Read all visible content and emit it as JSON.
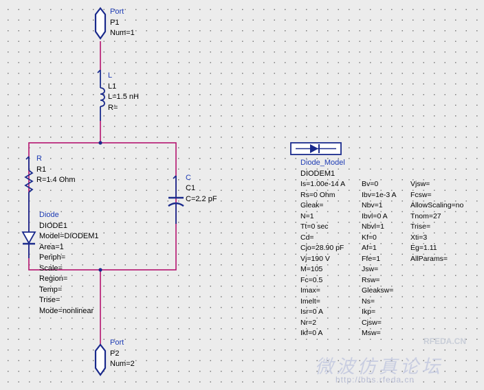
{
  "port1": {
    "type": "Port",
    "name": "P1",
    "num": "Num=1"
  },
  "inductor": {
    "type": "L",
    "name": "L1",
    "value": "L=1.5 nH",
    "r": "R="
  },
  "resistor": {
    "type": "R",
    "name": "R1",
    "value": "R=1.4 Ohm"
  },
  "capacitor": {
    "type": "C",
    "name": "C1",
    "value": "C=2.2 pF"
  },
  "diode": {
    "type": "Diode",
    "name": "DIODE1",
    "params": [
      "Model=DIODEM1",
      "Area=1",
      "Periph=",
      "Scale=",
      "Region=",
      "Temp=",
      "Trise=",
      "Mode=nonlinear"
    ]
  },
  "port2": {
    "type": "Port",
    "name": "P2",
    "num": "Num=2"
  },
  "diode_model": {
    "type": "Diode_Model",
    "name": "DIODEM1",
    "col1": [
      "Is=1.00e-14 A",
      "Rs=0 Ohm",
      "Gleak=",
      "N=1",
      "Tt=0 sec",
      "Cd=",
      "Cjo=28.90 pF",
      "Vj=190 V",
      "M=105",
      "Fc=0.5",
      "Imax=",
      "Imelt=",
      "Isr=0 A",
      "Nr=2",
      "Ikf=0 A"
    ],
    "col2": [
      "Bv=0",
      "Ibv=1e-3 A",
      "Nbv=1",
      "Ibvl=0 A",
      "Nbvl=1",
      "Kf=0",
      "Af=1",
      "Ffe=1",
      "Jsw=",
      "Rsw=",
      "Gleaksw=",
      "Ns=",
      "Ikp=",
      "Cjsw=",
      "Msw="
    ],
    "col3": [
      "Vjsw=",
      "Fcsw=",
      "AllowScaling=no",
      "Tnom=27",
      "Trise=",
      "Xti=3",
      "Eg=1.11",
      "AllParams="
    ]
  },
  "watermark": {
    "brand": "RFEDA.CN",
    "cn": "微波仿真论坛",
    "url": "http://bbs.rfeda.cn"
  },
  "colors": {
    "wire": "#b4126e",
    "component": "#1a2a8c",
    "label": "#1e3cb4"
  }
}
